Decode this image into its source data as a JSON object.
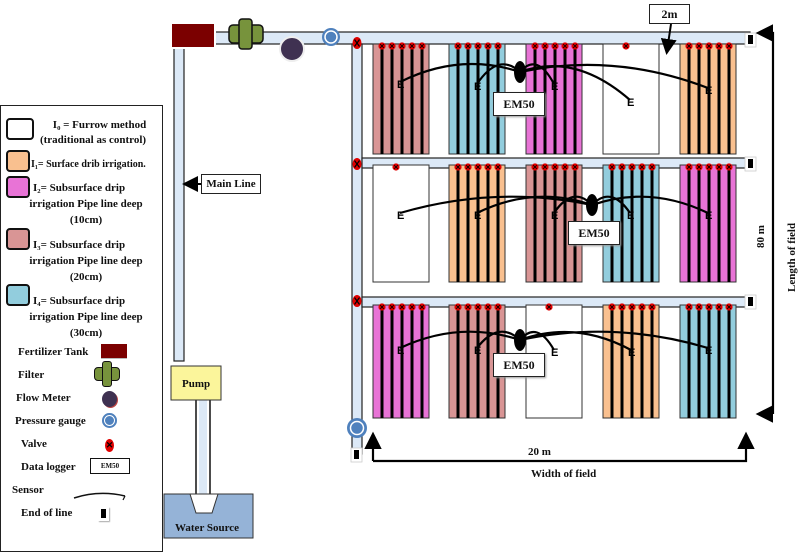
{
  "legend": {
    "treatments": [
      {
        "code": "I0",
        "text_line1": "I₀ = Furrow method",
        "text_line2": "(traditional as control)",
        "text_line3": "",
        "color": "#ffffff"
      },
      {
        "code": "I1",
        "text_line1": "I₁= Surface drib irrigation.",
        "text_line2": "",
        "text_line3": "",
        "color": "#f9c08f"
      },
      {
        "code": "I2",
        "text_line1": "I₂= Subsurface drip",
        "text_line2": "irrigation Pipe line deep",
        "text_line3": "(10cm)",
        "color": "#e873d6"
      },
      {
        "code": "I3",
        "text_line1": "I₃= Subsurface drip",
        "text_line2": "irrigation Pipe line deep",
        "text_line3": "(20cm)",
        "color": "#d99595"
      },
      {
        "code": "I4",
        "text_line1": "I₄= Subsurface drip",
        "text_line2": "irrigation Pipe line deep",
        "text_line3": "(30cm)",
        "color": "#92cddd"
      }
    ],
    "components": [
      {
        "name": "fertilizer-tank",
        "label": "Fertilizer Tank",
        "icon": "fertilizer-tank-icon",
        "color": "#7b0000"
      },
      {
        "name": "filter",
        "label": "Filter",
        "icon": "filter-icon",
        "color": "#77933c"
      },
      {
        "name": "flow-meter",
        "label": "Flow Meter",
        "icon": "flow-meter-icon",
        "color": "#3f3151"
      },
      {
        "name": "pressure-gauge",
        "label": "Pressure gauge",
        "icon": "pressure-gauge-icon",
        "color": "#4f81bd"
      },
      {
        "name": "valve",
        "label": "Valve",
        "icon": "valve-icon",
        "color": "#e00000"
      },
      {
        "name": "data-logger",
        "label": "Data logger",
        "icon": "data-logger-icon",
        "icon_text": "EM50"
      },
      {
        "name": "sensor",
        "label": "Sensor",
        "icon": "sensor-icon"
      },
      {
        "name": "end-of-line",
        "label": "End of line",
        "icon": "end-of-line-icon"
      }
    ]
  },
  "labels": {
    "main_line": "Main Line",
    "pump": "Pump",
    "water_source": "Water Source",
    "spacing": "2m",
    "width_value": "20 m",
    "width_label": "Width of field",
    "length_value": "80 m",
    "length_label": "Length of field",
    "logger": "EM50"
  },
  "colors": {
    "pipe": "#dce9f7",
    "pipe_border": "#222222",
    "pump": "#fbf59b",
    "water": "#95b3d7",
    "emitter": "#e00000"
  },
  "field": {
    "rows": [
      {
        "plots": [
          "I3",
          "I4",
          "I2",
          "I0",
          "I1"
        ],
        "logger_after_plot": 1
      },
      {
        "plots": [
          "I0",
          "I1",
          "I3",
          "I4",
          "I2"
        ],
        "logger_after_plot": 2
      },
      {
        "plots": [
          "I2",
          "I3",
          "I0",
          "I1",
          "I4"
        ],
        "logger_after_plot": 1
      }
    ]
  }
}
